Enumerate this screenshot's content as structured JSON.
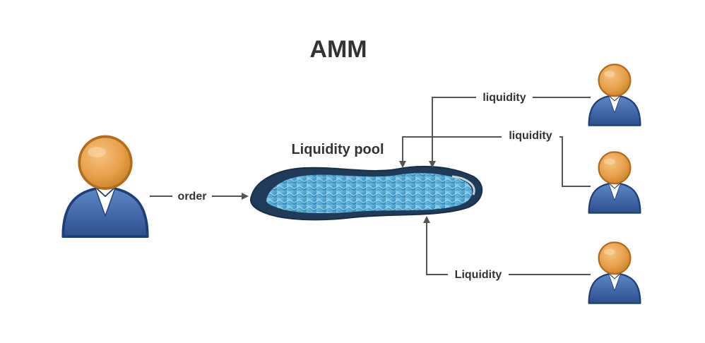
{
  "title": "AMM",
  "pool_label": "Liquidity pool",
  "arrows": {
    "order": "order",
    "liquidity_1": "liquidity",
    "liquidity_2": "liquidity",
    "liquidity_3": "Liquidity"
  },
  "colors": {
    "text": "#333333",
    "arrow": "#555555",
    "head_fill": "#E8A04C",
    "head_stroke": "#C98228",
    "body_fill": "#3E66A8",
    "body_stroke": "#1F3E76",
    "shirt": "#FFFFFF",
    "water": "#5AAFD6"
  },
  "icons": [
    "user-icon",
    "pool-icon",
    "arrow-icon"
  ]
}
